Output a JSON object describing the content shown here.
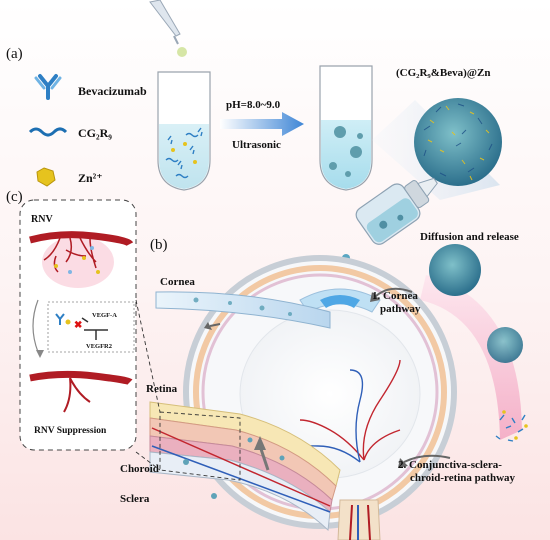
{
  "panel_labels": {
    "a": "(a)",
    "b": "(b)",
    "c": "(c)"
  },
  "legend": {
    "bevacizumab": "Bevacizumab",
    "cg2r9": "CG₂R₉",
    "zn": "Zn²⁺"
  },
  "process": {
    "condition": "pH=8.0~9.0",
    "method": "Ultrasonic"
  },
  "product_label": "(CG₂R₉&Beva)@Zn",
  "diffusion_label": "Diffusion and release",
  "rnv_box": {
    "title": "RNV",
    "vegf_a": "VEGF-A",
    "vegfr2": "VEGFR2",
    "suppression": "RNV Suppression"
  },
  "eye_labels": {
    "cornea": "Cornea",
    "retina": "Retina",
    "choroid": "Choroid",
    "sclera": "Sclera",
    "pathway1_line1": "1. Cornea",
    "pathway1_line2": "pathway",
    "pathway2_line1": "2. Conjunctiva-sclera-",
    "pathway2_line2": "chroid-retina pathway"
  },
  "colors": {
    "antibody": "#2e7fc4",
    "peptide": "#1d6fb2",
    "zinc": "#e6c31e",
    "arrow_blue": "#4f8fd8",
    "vessel_red": "#b01c24",
    "pink_band": "#f6b9cf"
  }
}
